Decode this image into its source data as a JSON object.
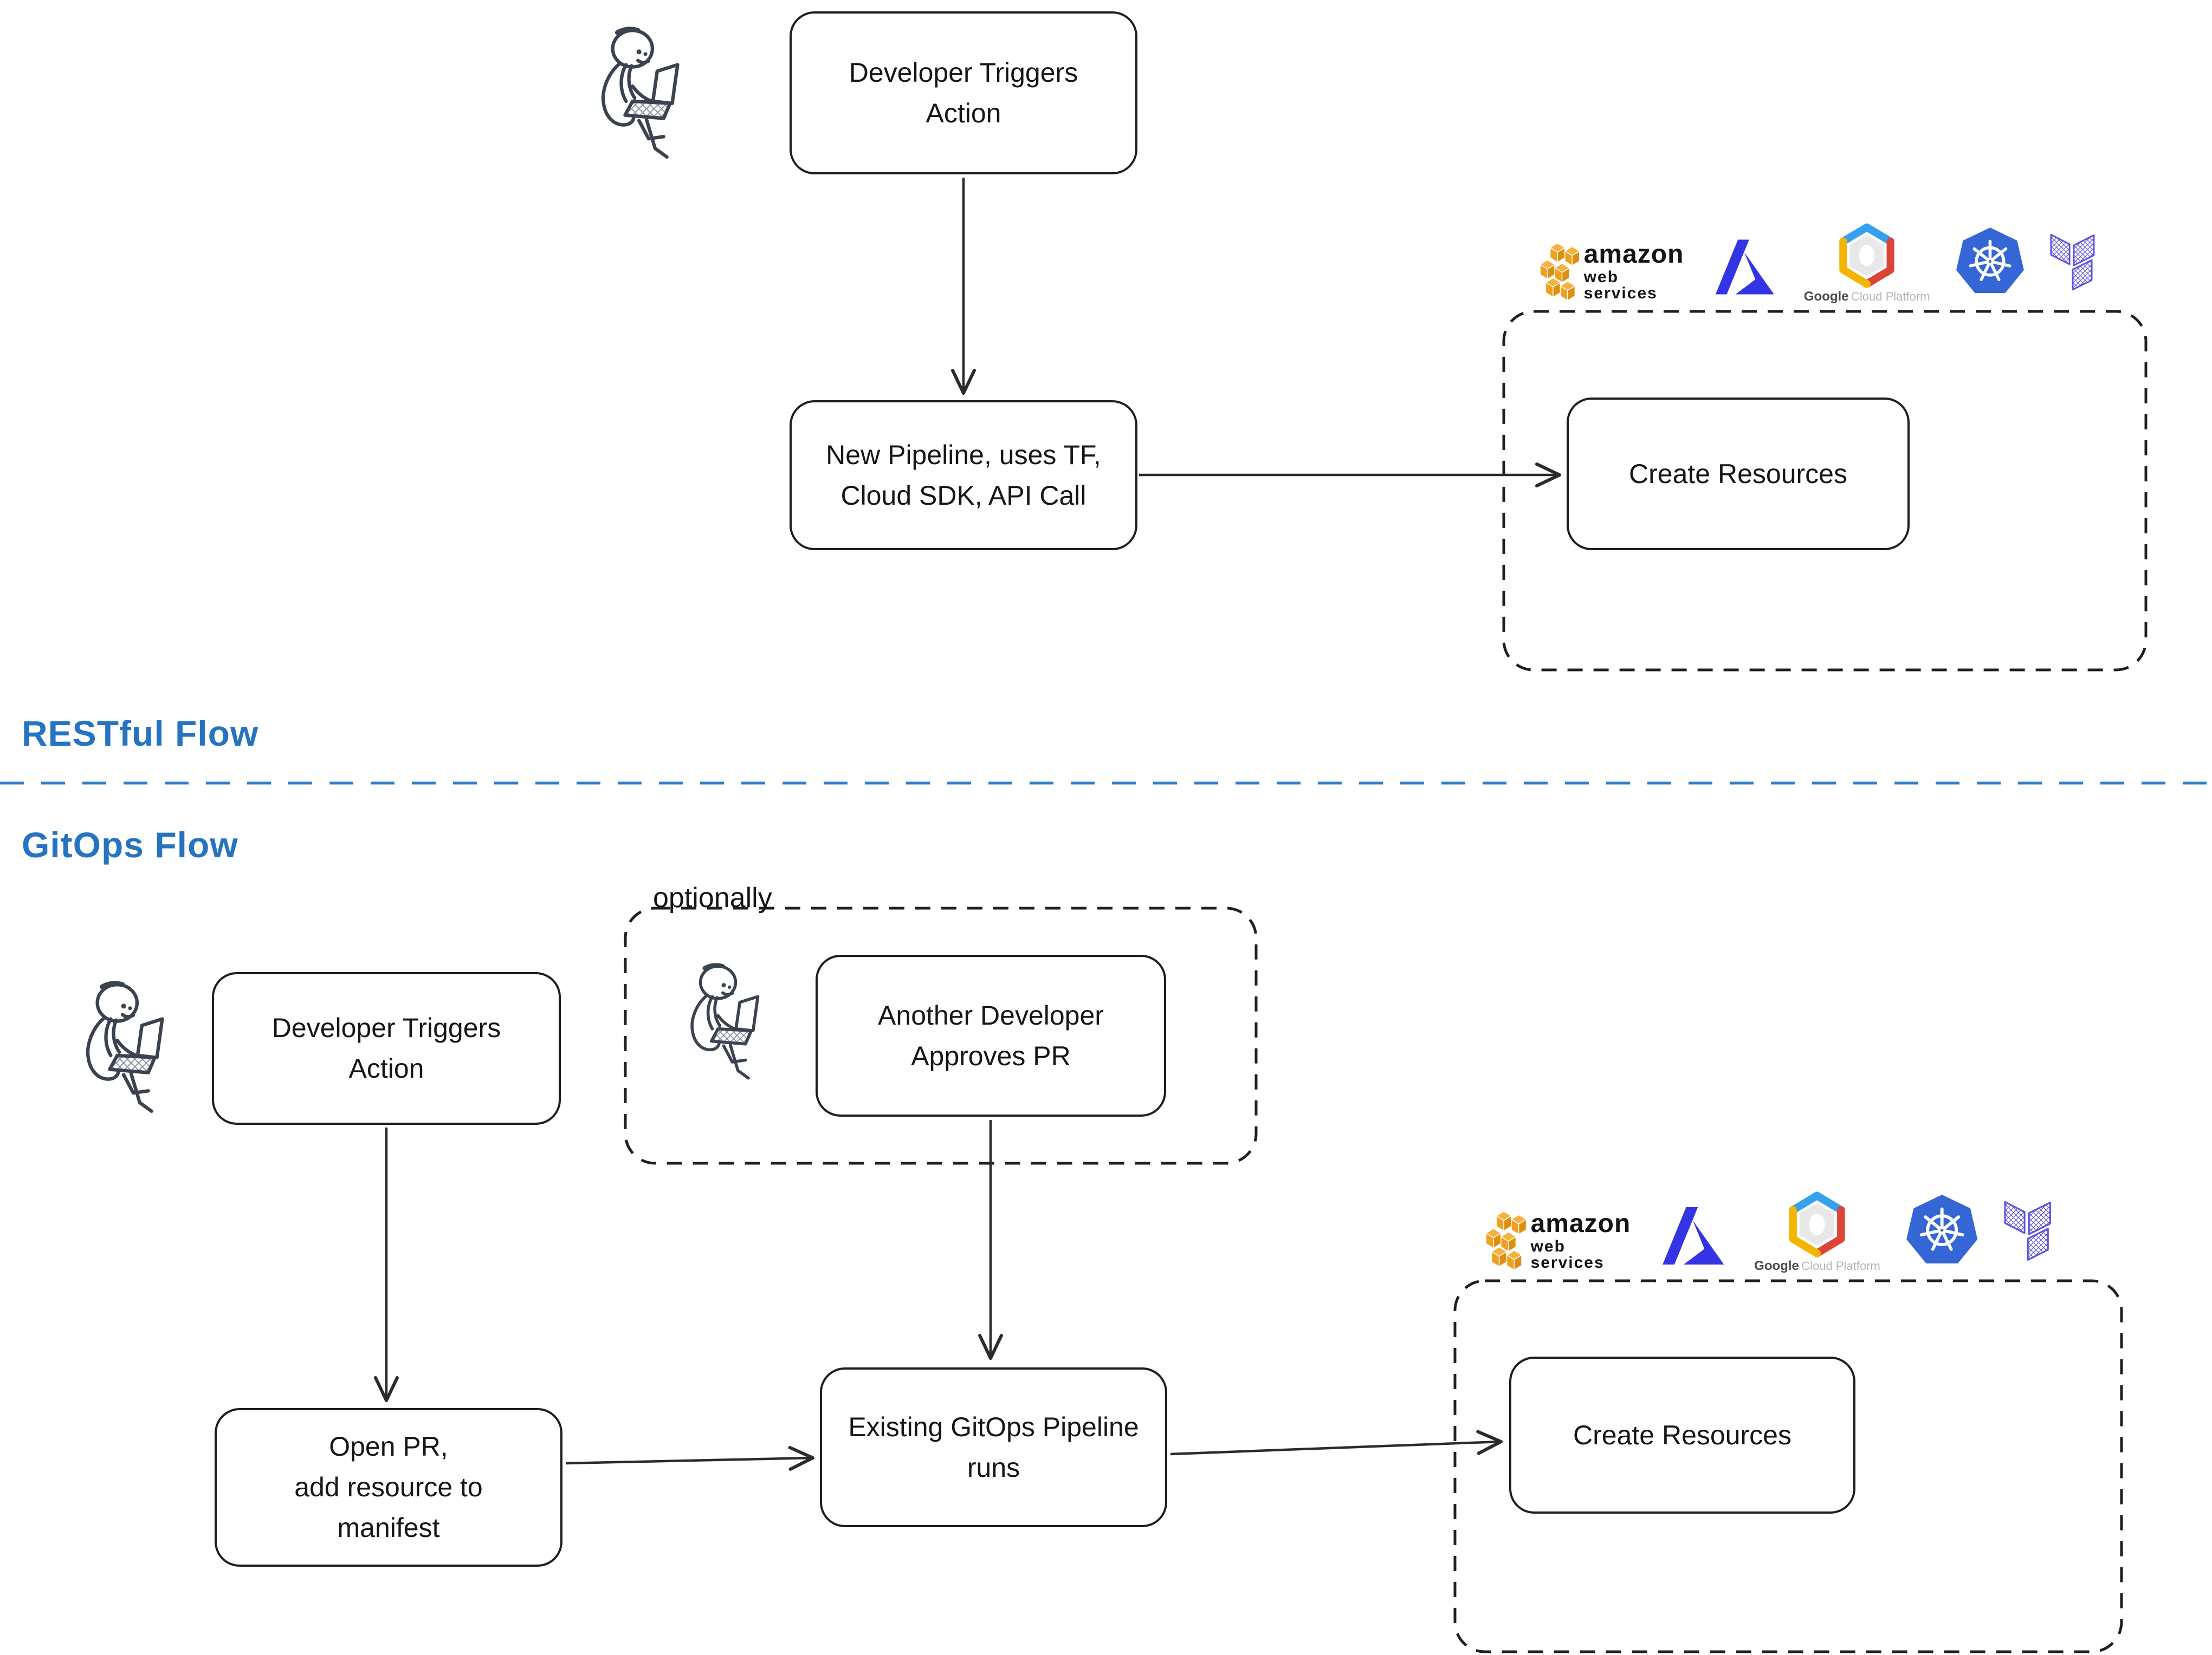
{
  "flows": {
    "restful": {
      "title": "RESTful Flow",
      "boxes": {
        "developer_triggers": "Developer Triggers\nAction",
        "new_pipeline": "New Pipeline, uses TF,\nCloud SDK, API Call",
        "create_resources": "Create Resources"
      }
    },
    "gitops": {
      "title": "GitOps Flow",
      "optional_label": "optionally",
      "boxes": {
        "developer_triggers": "Developer Triggers\nAction",
        "another_developer": "Another Developer\nApproves PR",
        "open_pr": "Open PR,\nadd resource to\nmanifest",
        "existing_pipeline": "Existing GitOps Pipeline\nruns",
        "create_resources": "Create Resources"
      }
    }
  },
  "cloud_logos": {
    "aws": {
      "name": "Amazon Web Services",
      "text_line1": "amazon",
      "text_line2": "web services"
    },
    "azure": {
      "name": "Microsoft Azure"
    },
    "gcp": {
      "name": "Google Cloud Platform",
      "text_bold": "Google",
      "text_light": "Cloud Platform"
    },
    "kubernetes": {
      "name": "Kubernetes"
    },
    "terraform": {
      "name": "Terraform"
    }
  },
  "colors": {
    "flow_title_blue": "#2673c2",
    "divider_blue": "#2f7ece",
    "sketch_ink": "#1e1e1e",
    "person_ink": "#3b4250",
    "aws_orange": "#efa01e",
    "azure_blue": "#3534e4",
    "gcp_blue": "#35a0ee",
    "gcp_red": "#db4437",
    "gcp_yellow": "#f4b400",
    "kubernetes_blue": "#3566d6",
    "terraform_purple": "#5a52e0"
  }
}
